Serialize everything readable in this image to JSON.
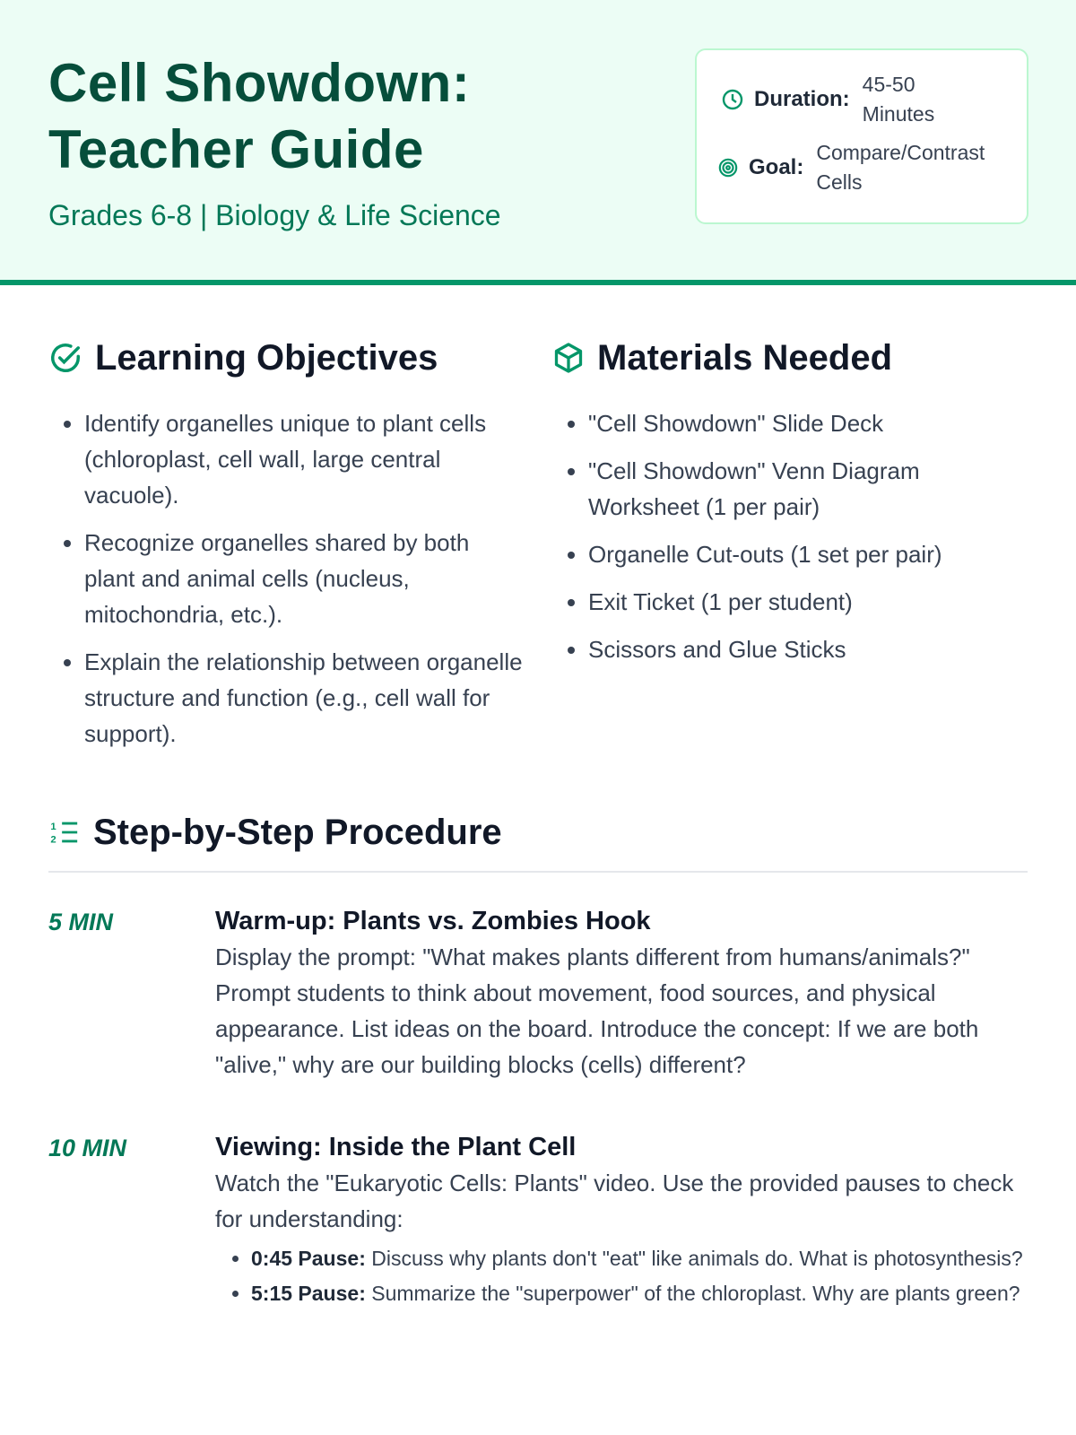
{
  "header": {
    "title_line1": "Cell Showdown:",
    "title_line2": "Teacher Guide",
    "subtitle": "Grades 6-8 | Biology & Life Science",
    "duration_label": "Duration:",
    "duration_value": "45-50 Minutes",
    "goal_label": "Goal:",
    "goal_value": "Compare/Contrast Cells"
  },
  "objectives": {
    "title": "Learning Objectives",
    "items": [
      "Identify organelles unique to plant cells (chloroplast, cell wall, large central vacuole).",
      "Recognize organelles shared by both plant and animal cells (nucleus, mitochondria, etc.).",
      "Explain the relationship between organelle structure and function (e.g., cell wall for support)."
    ]
  },
  "materials": {
    "title": "Materials Needed",
    "items": [
      "\"Cell Showdown\" Slide Deck",
      "\"Cell Showdown\" Venn Diagram Worksheet (1 per pair)",
      "Organelle Cut-outs (1 set per pair)",
      "Exit Ticket (1 per student)",
      "Scissors and Glue Sticks"
    ]
  },
  "procedure": {
    "title": "Step-by-Step Procedure",
    "steps": [
      {
        "time": "5 MIN",
        "title": "Warm-up: Plants vs. Zombies Hook",
        "desc": "Display the prompt: \"What makes plants different from humans/animals?\" Prompt students to think about movement, food sources, and physical appearance. List ideas on the board. Introduce the concept: If we are both \"alive,\" why are our building blocks (cells) different?"
      },
      {
        "time": "10 MIN",
        "title": "Viewing: Inside the Plant Cell",
        "desc": "Watch the \"Eukaryotic Cells: Plants\" video. Use the provided pauses to check for understanding:",
        "pauses": [
          {
            "label": "0:45 Pause:",
            "text": "Discuss why plants don't \"eat\" like animals do. What is photosynthesis?"
          },
          {
            "label": "5:15 Pause:",
            "text": "Summarize the \"superpower\" of the chloroplast. Why are plants green?"
          }
        ]
      }
    ]
  },
  "colors": {
    "accent": "#059669",
    "title": "#064e3b",
    "header_bg": "#ecfdf5"
  }
}
